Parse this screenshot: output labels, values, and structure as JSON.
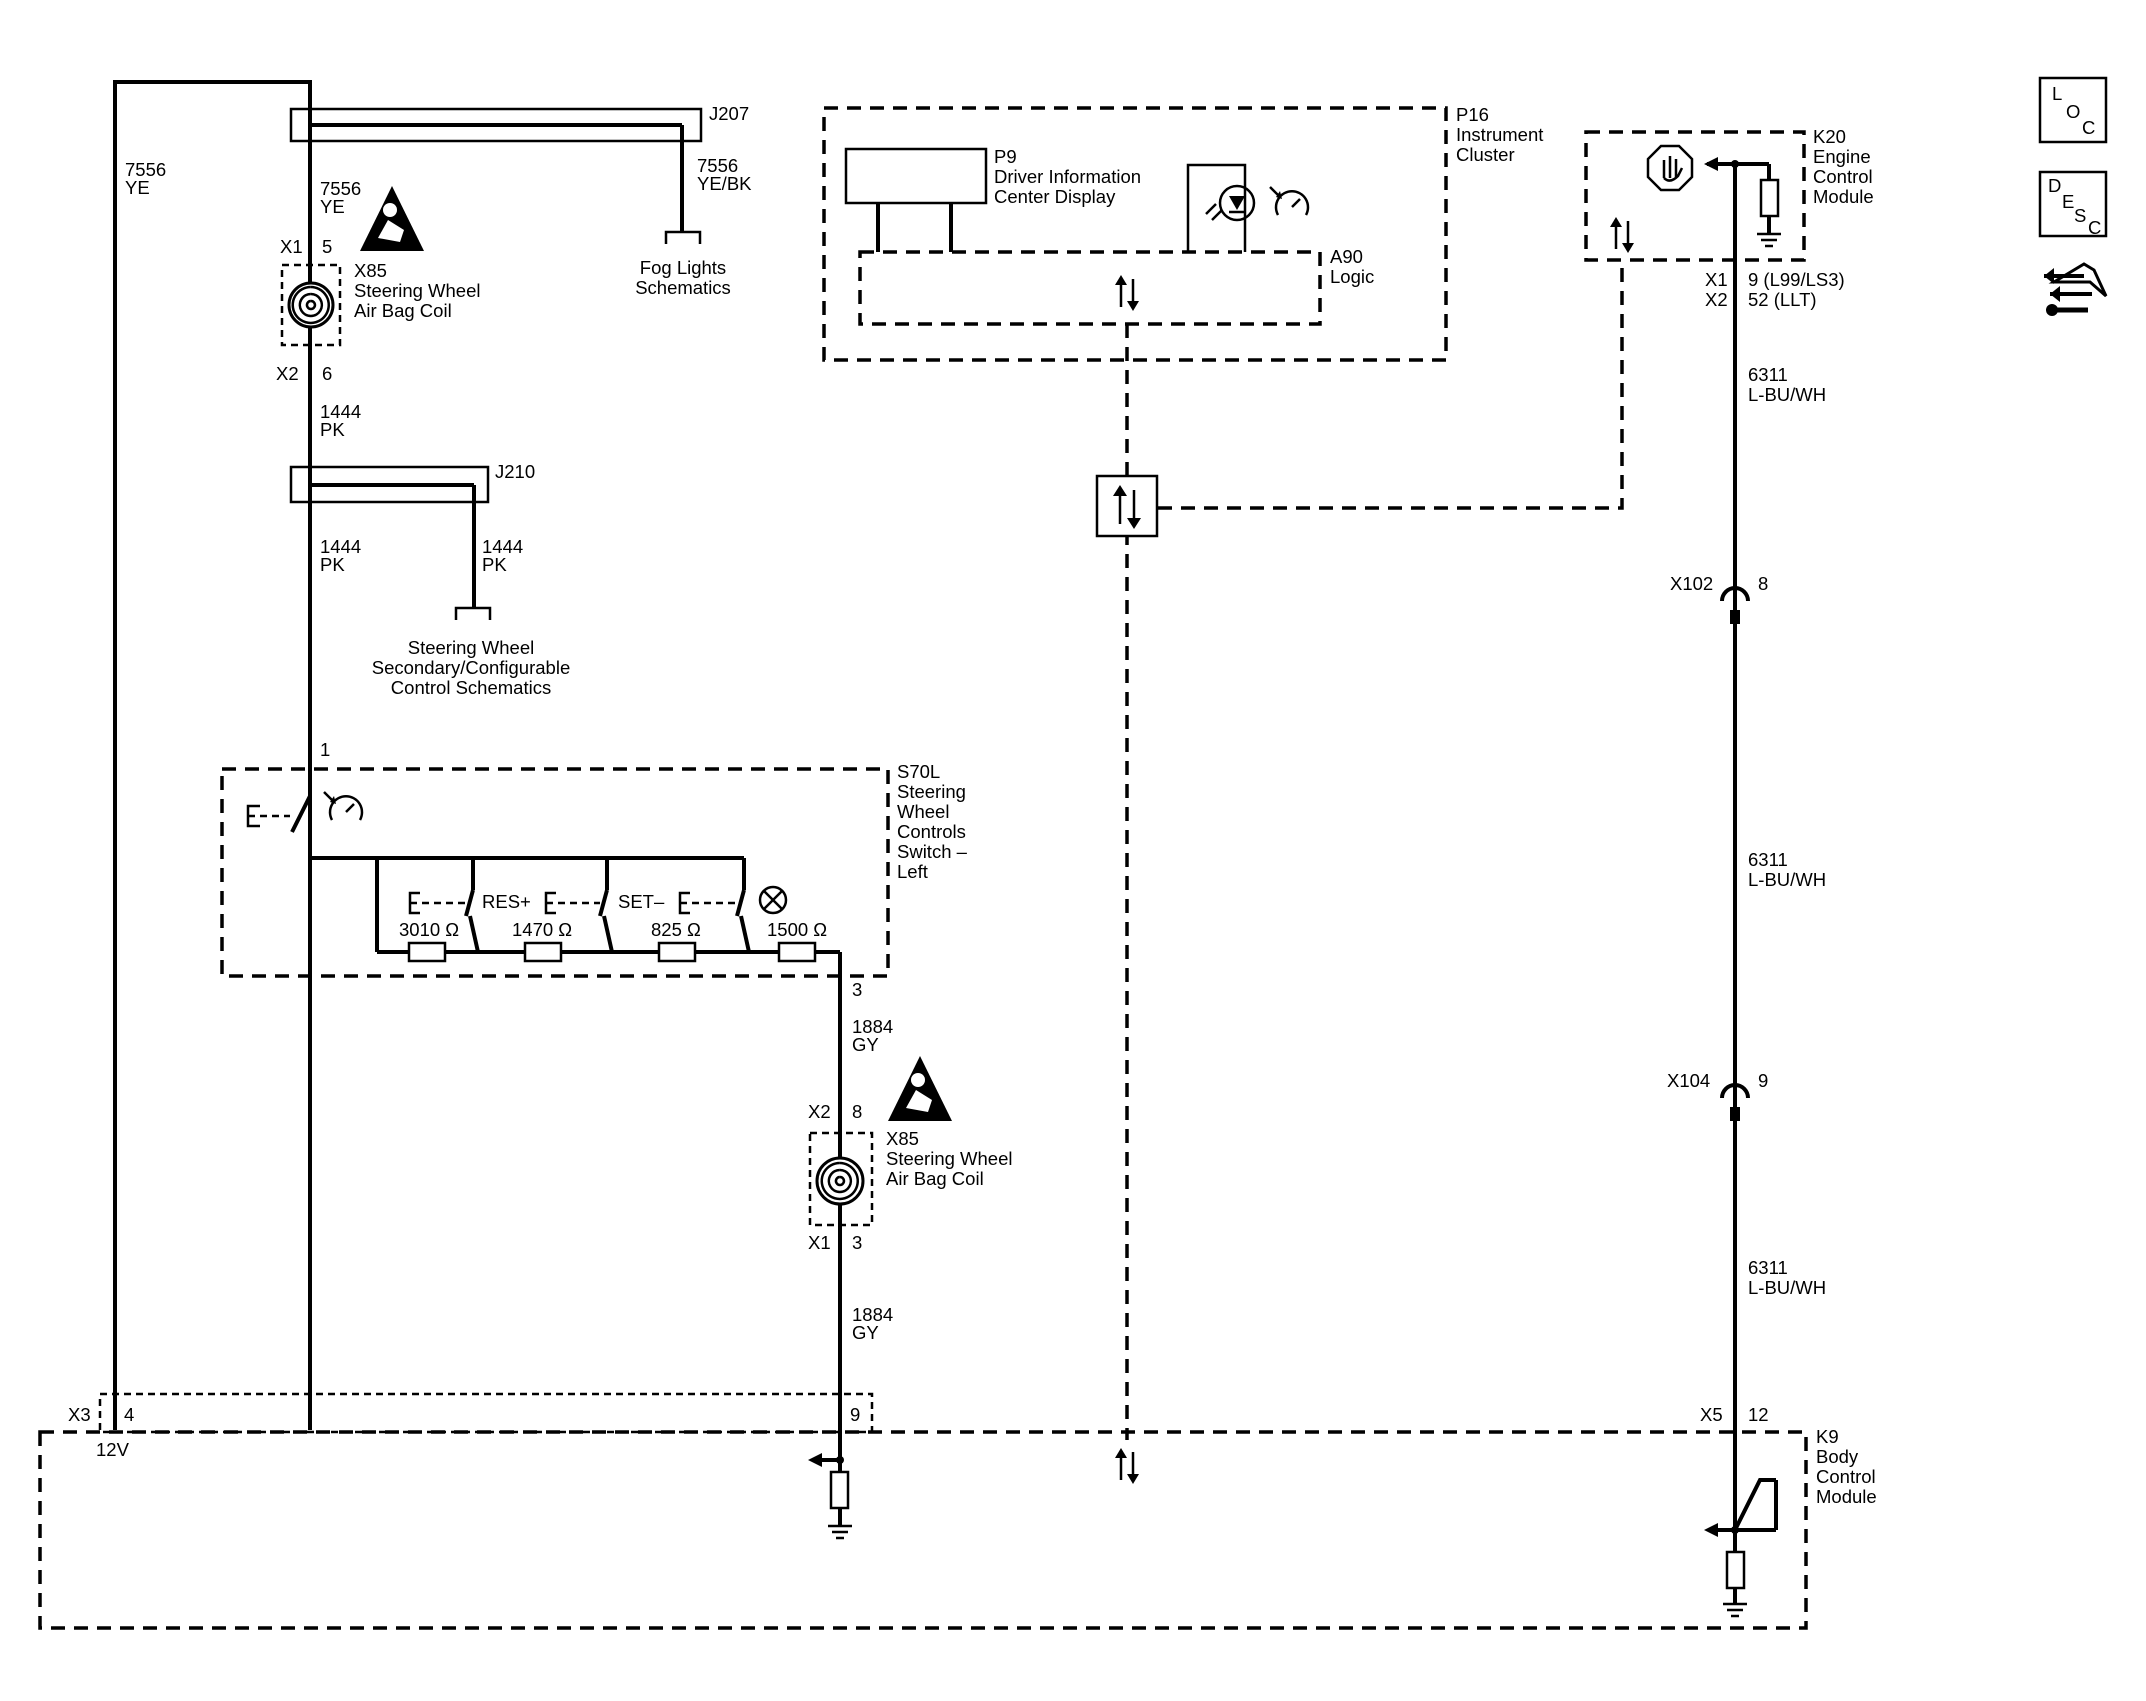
{
  "wires": {
    "w7556_ye_left": {
      "circuit": "7556",
      "color": "YE"
    },
    "w7556_ye_coil": {
      "circuit": "7556",
      "color": "YE"
    },
    "w7556_yebk": {
      "circuit": "7556",
      "color": "YE/BK"
    },
    "w1444_pk_a": {
      "circuit": "1444",
      "color": "PK"
    },
    "w1444_pk_b": {
      "circuit": "1444",
      "color": "PK"
    },
    "w1444_pk_c": {
      "circuit": "1444",
      "color": "PK"
    },
    "w1884_gy_a": {
      "circuit": "1884",
      "color": "GY"
    },
    "w1884_gy_b": {
      "circuit": "1884",
      "color": "GY"
    },
    "w6311_a": {
      "circuit": "6311",
      "color": "L-BU/WH"
    },
    "w6311_b": {
      "circuit": "6311",
      "color": "L-BU/WH"
    },
    "w6311_c": {
      "circuit": "6311",
      "color": "L-BU/WH"
    }
  },
  "splices": {
    "j207": "J207",
    "j210": "J210"
  },
  "refs": {
    "fog": [
      "Fog Lights",
      "Schematics"
    ],
    "swsc": [
      "Steering Wheel",
      "Secondary/Configurable",
      "Control Schematics"
    ]
  },
  "coil_top": {
    "name": [
      "X85",
      "Steering Wheel",
      "Air Bag Coil"
    ],
    "x1": "X1",
    "x1_pin": "5",
    "x2": "X2",
    "x2_pin": "6"
  },
  "coil_bottom": {
    "name": [
      "X85",
      "Steering Wheel",
      "Air Bag Coil"
    ],
    "x2": "X2",
    "x2_pin": "8",
    "x1": "X1",
    "x1_pin": "3"
  },
  "p16": {
    "name": [
      "P16",
      "Instrument",
      "Cluster"
    ]
  },
  "p9": {
    "name": [
      "P9",
      "Driver Information",
      "Center Display"
    ]
  },
  "a90": {
    "name": [
      "A90",
      "Logic"
    ]
  },
  "k20": {
    "name": [
      "K20",
      "Engine",
      "Control",
      "Module"
    ],
    "x1": "X1",
    "x1_pin": "9 (L99/LS3)",
    "x2": "X2",
    "x2_pin": "52 (LLT)"
  },
  "x102": {
    "name": "X102",
    "pin": "8"
  },
  "x104": {
    "name": "X104",
    "pin": "9"
  },
  "s70l": {
    "name": [
      "S70L",
      "Steering",
      "Wheel",
      "Controls",
      "Switch –",
      "Left"
    ],
    "pin_top": "1",
    "pin_bottom": "3",
    "res_label": "RES+",
    "set_label": "SET–",
    "resistors": [
      "3010 Ω",
      "1470 Ω",
      "825 Ω",
      "1500 Ω"
    ]
  },
  "k9": {
    "name": [
      "K9",
      "Body",
      "Control",
      "Module"
    ],
    "x3": "X3",
    "x3_pin": "4",
    "x3_pin9": "9",
    "v12": "12V",
    "x5": "X5",
    "x5_pin": "12"
  },
  "side_icons": {
    "loc": [
      "L",
      "O",
      "C"
    ],
    "desc": [
      "D",
      "E",
      "S",
      "C"
    ],
    "icons": [
      "location-icon",
      "description-icon",
      "connector-tool-icon",
      "airbag-warning-icon",
      "cruise-control-icon",
      "stop-hand-icon",
      "bidirectional-data-icon",
      "indicator-lamp-icon"
    ]
  }
}
